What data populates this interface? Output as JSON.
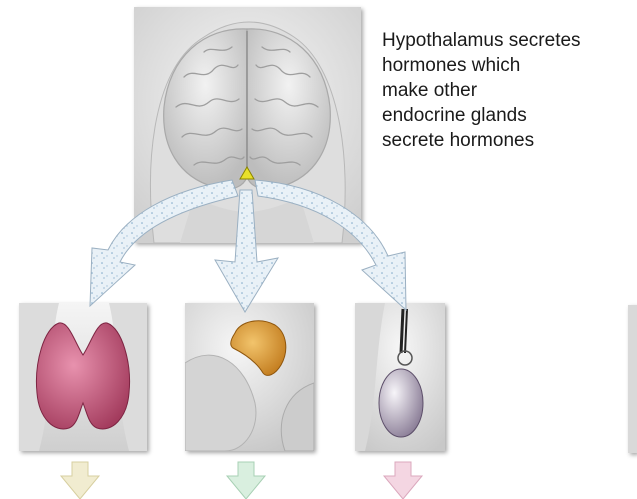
{
  "header": {
    "text": ""
  },
  "caption": {
    "lines": [
      "Hypothalamus secretes",
      "hormones which",
      "make other",
      "endocrine glands",
      "secrete hormones"
    ]
  },
  "colors": {
    "panel_bg": "#e9e9e9",
    "arrow_fill": "#e4eef5",
    "hypothalamus": "#e8e02a",
    "thyroid": "#c7577a",
    "adrenal": "#e3a23c",
    "ovary": "#d8d3de",
    "arrow_green": "#d9efdf",
    "arrow_pink": "#f4d6e2",
    "arrow_yellow": "#f1ecd0"
  },
  "icons": [
    "brain-icon",
    "hypothalamus-icon",
    "thyroid-icon",
    "adrenal-icon",
    "ovary-icon"
  ]
}
